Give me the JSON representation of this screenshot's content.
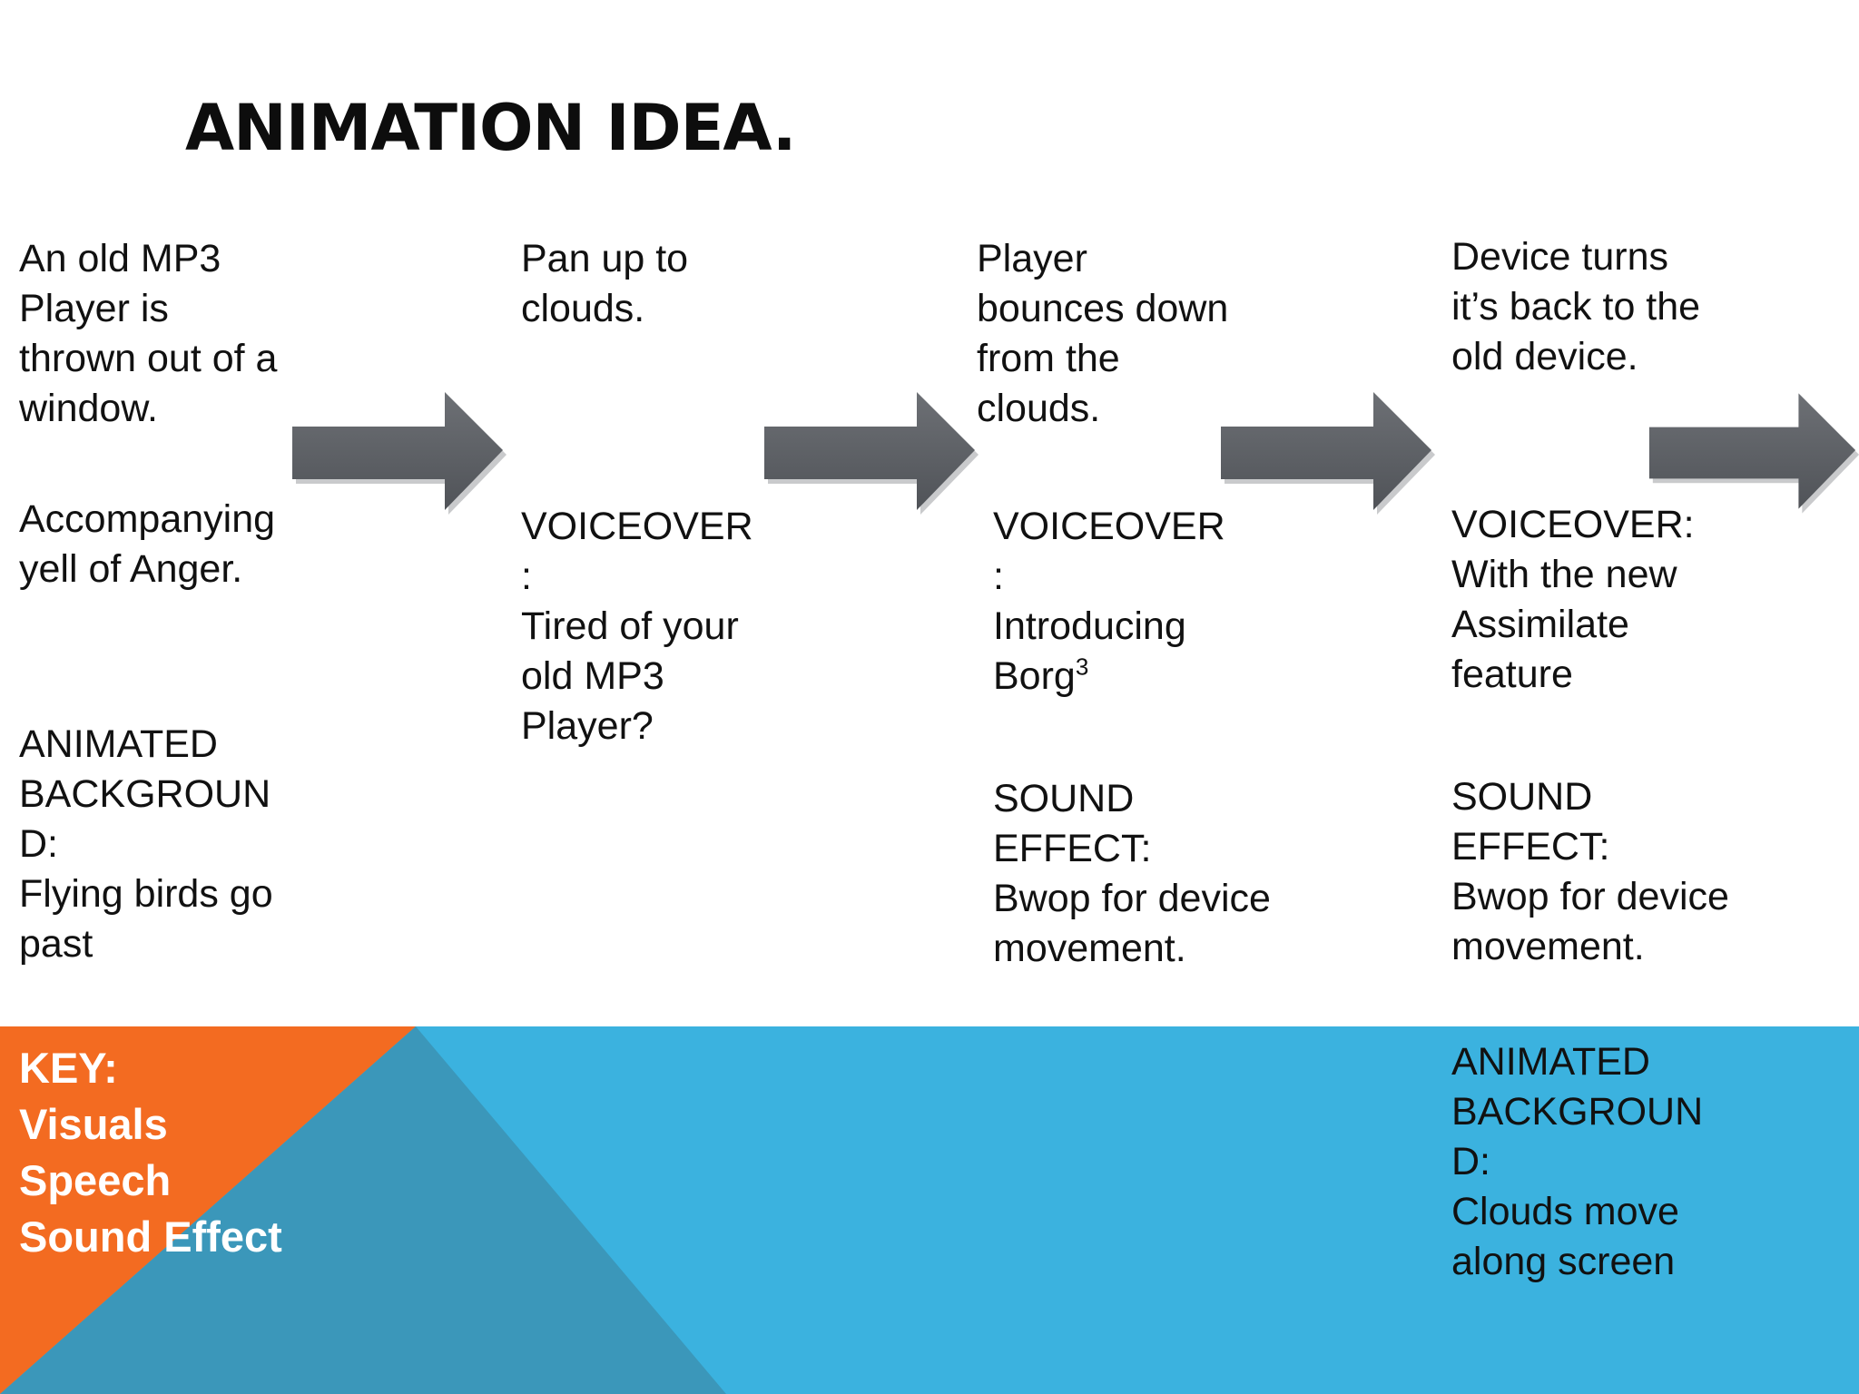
{
  "slide": {
    "title": "ANIMATION IDEA.",
    "colors": {
      "orange": "#F36B21",
      "blue": "#3BB2DF",
      "teal": "#3B97BA",
      "arrow": "#5E6166"
    }
  },
  "columns": [
    {
      "visual": "An old MP3\nPlayer is\nthrown out of a\nwindow.",
      "sound": "Accompanying\nyell of Anger.",
      "background": "ANIMATED\nBACKGROUN\nD:\nFlying birds go\npast"
    },
    {
      "visual": "Pan up to\nclouds.",
      "voiceover": "VOICEOVER\n:\nTired of your\nold MP3\nPlayer?"
    },
    {
      "visual": "Player\nbounces down\nfrom the\nclouds.",
      "voiceover_head": "VOICEOVER\n:\nIntroducing\nBorg",
      "voiceover_sup": "3",
      "sound": "SOUND\nEFFECT:\nBwop for device\nmovement."
    },
    {
      "visual": "Device turns\nit’s back to the\nold device.",
      "voiceover": "VOICEOVER:\nWith the new\nAssimilate\nfeature",
      "sound": "SOUND\nEFFECT:\nBwop for device\nmovement.",
      "background": "ANIMATED\nBACKGROUN\nD:\nClouds move\nalong screen"
    }
  ],
  "key": {
    "heading": "KEY:",
    "items": [
      "Visuals",
      "Speech",
      "Sound Effect"
    ]
  },
  "arrows": [
    "arrow-1",
    "arrow-2",
    "arrow-3",
    "arrow-4"
  ]
}
